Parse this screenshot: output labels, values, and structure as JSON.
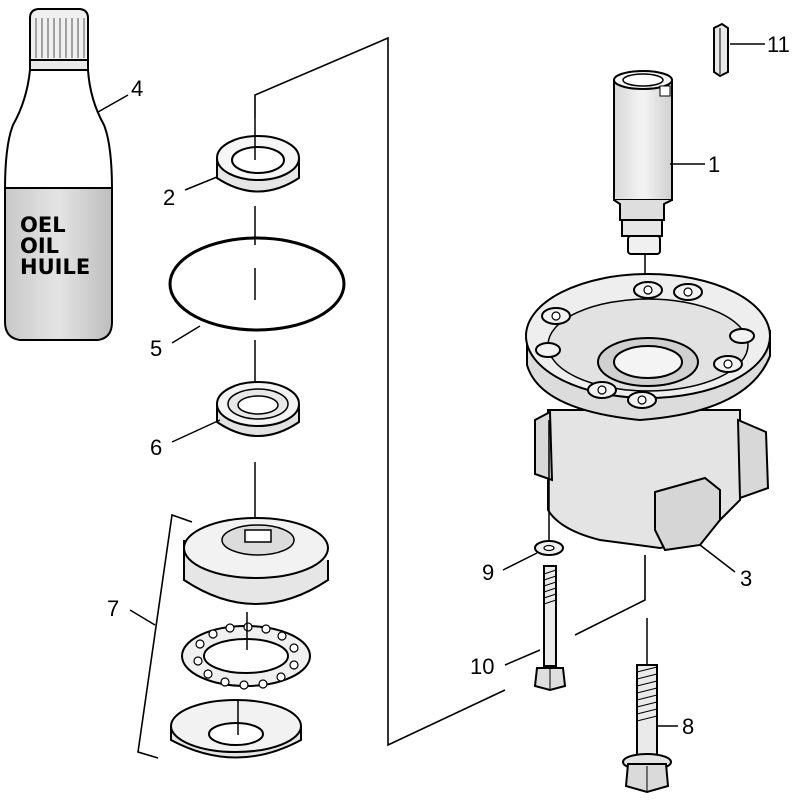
{
  "diagram": {
    "bottle_label_lines": [
      "OEL",
      "OIL",
      "HUILE"
    ],
    "callouts": {
      "part_1": "1",
      "part_2": "2",
      "part_3": "3",
      "part_4": "4",
      "part_5": "5",
      "part_6": "6",
      "part_7": "7",
      "part_8": "8",
      "part_9": "9",
      "part_10": "10",
      "part_11": "11"
    }
  }
}
